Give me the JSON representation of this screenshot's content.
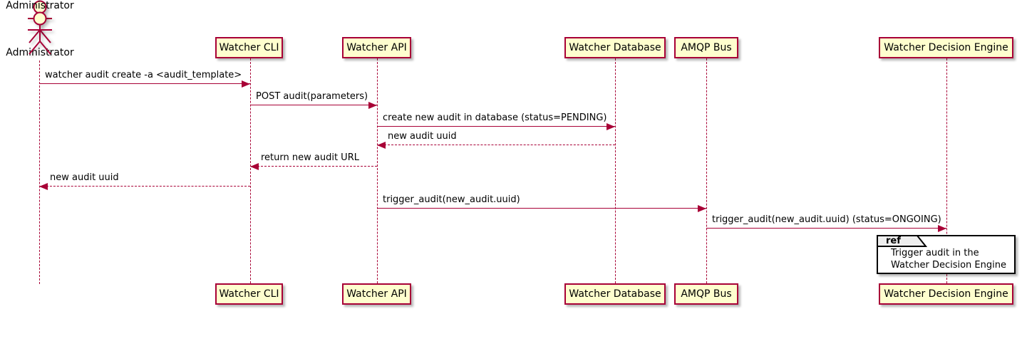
{
  "diagram_type": "sequence",
  "actor": {
    "name": "Administrator"
  },
  "participants": [
    {
      "name": "Watcher CLI"
    },
    {
      "name": "Watcher API"
    },
    {
      "name": "Watcher Database"
    },
    {
      "name": "AMQP Bus"
    },
    {
      "name": "Watcher Decision Engine"
    }
  ],
  "messages": [
    {
      "from": "Administrator",
      "to": "Watcher CLI",
      "text": "watcher audit create -a <audit_template>",
      "line": "solid"
    },
    {
      "from": "Watcher CLI",
      "to": "Watcher API",
      "text": "POST audit(parameters)",
      "line": "solid"
    },
    {
      "from": "Watcher API",
      "to": "Watcher Database",
      "text": "create new audit in database (status=PENDING)",
      "line": "solid"
    },
    {
      "from": "Watcher Database",
      "to": "Watcher API",
      "text": "new audit uuid",
      "line": "dashed"
    },
    {
      "from": "Watcher API",
      "to": "Watcher CLI",
      "text": "return new audit URL",
      "line": "dashed"
    },
    {
      "from": "Watcher CLI",
      "to": "Administrator",
      "text": "new audit uuid",
      "line": "dashed"
    },
    {
      "from": "Watcher API",
      "to": "AMQP Bus",
      "text": "trigger_audit(new_audit.uuid)",
      "line": "solid"
    },
    {
      "from": "AMQP Bus",
      "to": "Watcher Decision Engine",
      "text": "trigger_audit(new_audit.uuid) (status=ONGOING)",
      "line": "solid"
    }
  ],
  "ref": {
    "keyword": "ref",
    "over": "Watcher Decision Engine",
    "lines": [
      "Trigger audit in the",
      "Watcher Decision Engine"
    ]
  },
  "colors": {
    "participant_fill": "#FEFECE",
    "stroke": "#A80036",
    "text": "#000000",
    "ref_header_fill": "#EEEEEE",
    "ref_border": "#000000",
    "background": "#FFFFFF"
  }
}
